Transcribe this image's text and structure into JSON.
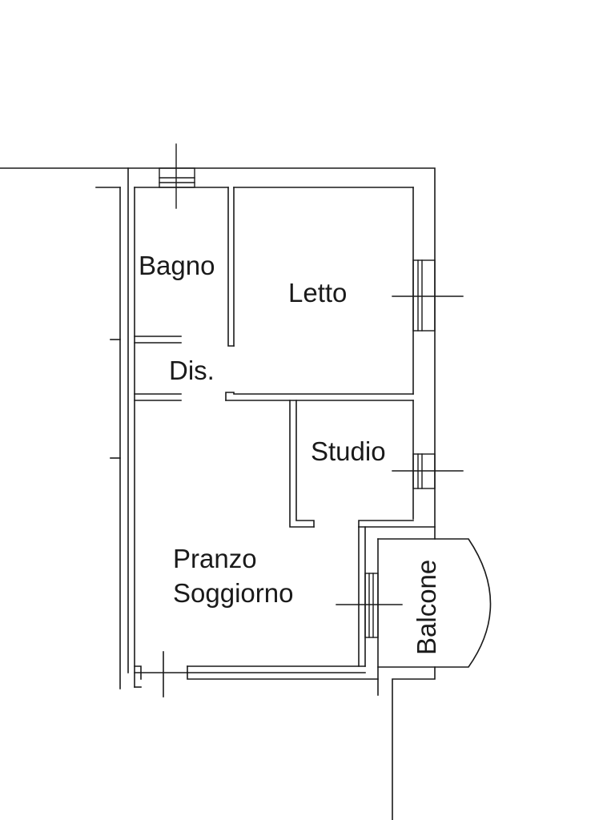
{
  "plan": {
    "line_color": "#1a1a1a",
    "background": "#ffffff",
    "rooms": {
      "bagno": "Bagno",
      "letto": "Letto",
      "dis": "Dis.",
      "studio": "Studio",
      "pranzo": "Pranzo",
      "soggiorno": "Soggiorno",
      "balcone": "Balcone"
    }
  }
}
